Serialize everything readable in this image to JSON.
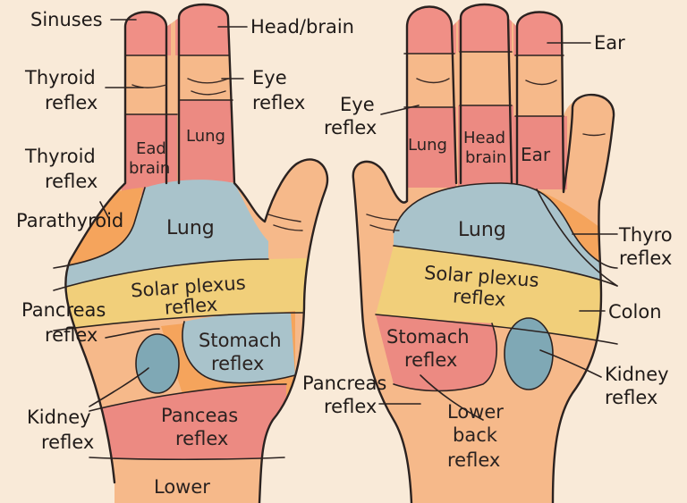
{
  "colors": {
    "background": "#f9ead8",
    "skin": "#f6b98a",
    "finger_tip": "#f08f86",
    "reflex_red": "#ec8a82",
    "lung_blue": "#a9c3cb",
    "solar_yellow": "#f1cf7a",
    "orange": "#f5a45c",
    "kidney": "#7fa8b5",
    "outline": "#2b2220"
  },
  "callouts": {
    "sinuses": "Sinuses",
    "thyroid_1_line1": "Thyroid",
    "thyroid_1_line2": "reflex",
    "thyroid_2_line1": "Thyroid",
    "thyroid_2_line2": "reflex",
    "parathyroid": "Parathyroid",
    "pancreas_left_line1": "Pancreas",
    "pancreas_left_line2": "reflex",
    "kidney_left_line1": "Kidney",
    "kidney_left_line2": "reflex",
    "head_brain": "Head/brain",
    "eye_left_line1": "Eye",
    "eye_left_line2": "reflex",
    "eye_right_line1": "Eye",
    "eye_right_line2": "reflex",
    "pancreas_right_line1": "Pancreas",
    "pancreas_right_line2": "reflex",
    "ear": "Ear",
    "thyro_line1": "Thyro",
    "thyro_line2": "reflex",
    "colon": "Colon",
    "kidney_right_line1": "Kidney",
    "kidney_right_line2": "reflex"
  },
  "left_hand": {
    "ead_brain_line1": "Ead",
    "ead_brain_line2": "brain",
    "lung_finger": "Lung",
    "lung": "Lung",
    "solar_line1": "Solar plexus",
    "solar_line2": "reflex",
    "stomach_line1": "Stomach",
    "stomach_line2": "reflex",
    "panceas_line1": "Panceas",
    "panceas_line2": "reflex",
    "lower": "Lower"
  },
  "right_hand": {
    "lung_finger": "Lung",
    "head_brain_line1": "Head",
    "head_brain_line2": "brain",
    "ear_finger": "Ear",
    "lung": "Lung",
    "solar_line1": "Solar plexus",
    "solar_line2": "reflex",
    "stomach_line1": "Stomach",
    "stomach_line2": "reflex",
    "lower_back_line1": "Lower",
    "lower_back_line2": "back",
    "lower_back_line3": "reflex"
  }
}
